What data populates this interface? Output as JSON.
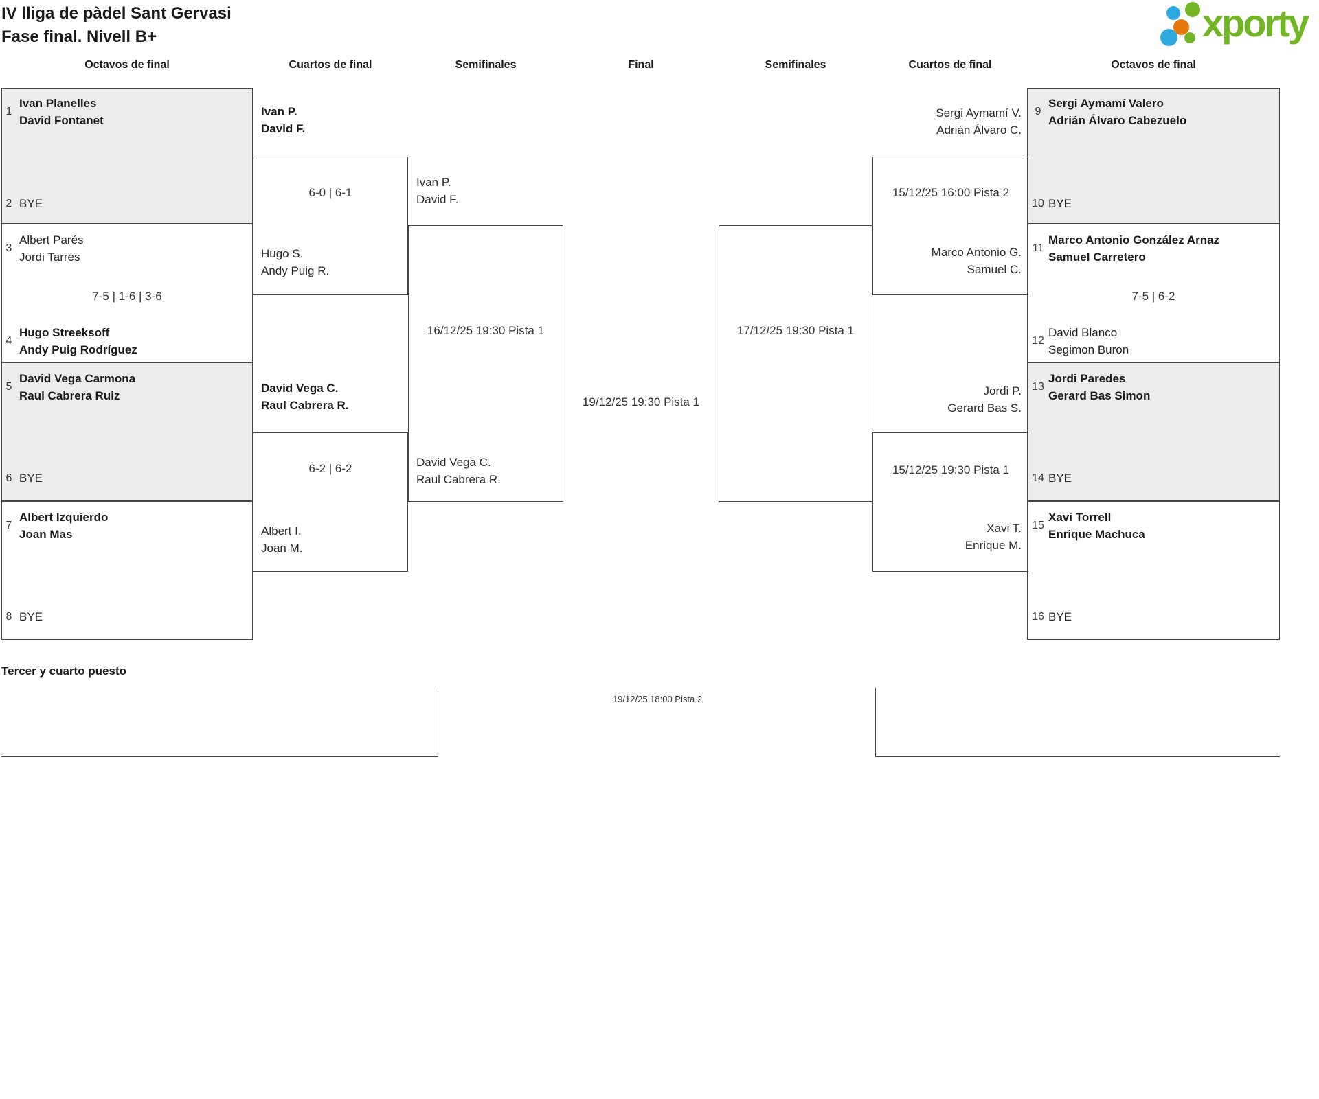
{
  "title": {
    "line1": "IV lliga de pàdel Sant Gervasi",
    "line2": "Fase final. Nivell B+"
  },
  "logo": {
    "wordmark": "xporty",
    "green": "#72b626",
    "blue": "#2ea9df",
    "orange": "#e8770e"
  },
  "headers": {
    "octavos_left": "Octavos de final",
    "cuartos_left": "Cuartos de final",
    "semifinales_left": "Semifinales",
    "final": "Final",
    "semifinales_right": "Semifinales",
    "cuartos_right": "Cuartos de final",
    "octavos_right": "Octavos de final"
  },
  "matches": {
    "m1_2": {
      "seed_top": "1",
      "team_top_p1": "Ivan Planelles",
      "team_top_p2": "David Fontanet",
      "seed_bottom": "2",
      "bye": "BYE"
    },
    "m3_4": {
      "seed_top": "3",
      "team_top_p1": "Albert Parés",
      "team_top_p2": "Jordi Tarrés",
      "score": "7-5 | 1-6 | 3-6",
      "seed_bottom": "4",
      "team_bottom_p1": "Hugo Streeksoff",
      "team_bottom_p2": "Andy Puig Rodríguez"
    },
    "m5_6": {
      "seed_top": "5",
      "team_top_p1": "David Vega Carmona",
      "team_top_p2": "Raul Cabrera Ruiz",
      "seed_bottom": "6",
      "bye": "BYE"
    },
    "m7_8": {
      "seed_top": "7",
      "team_top_p1": "Albert Izquierdo",
      "team_top_p2": "Joan Mas",
      "seed_bottom": "8",
      "bye": "BYE"
    },
    "m9_10": {
      "seed_top": "9",
      "team_top_p1": "Sergi Aymamí Valero",
      "team_top_p2": "Adrián Álvaro Cabezuelo",
      "seed_bottom": "10",
      "bye": "BYE"
    },
    "m11_12": {
      "seed_top": "11",
      "team_top_p1": "Marco Antonio González Arnaz",
      "team_top_p2": "Samuel Carretero",
      "score": "7-5 | 6-2",
      "seed_bottom": "12",
      "team_bottom_p1": "David Blanco",
      "team_bottom_p2": "Segimon Buron"
    },
    "m13_14": {
      "seed_top": "13",
      "team_top_p1": "Jordi Paredes",
      "team_top_p2": "Gerard Bas Simon",
      "seed_bottom": "14",
      "bye": "BYE"
    },
    "m15_16": {
      "seed_top": "15",
      "team_top_p1": "Xavi Torrell",
      "team_top_p2": "Enrique Machuca",
      "seed_bottom": "16",
      "bye": "BYE"
    },
    "qf_left_top": {
      "team_top_p1": "Ivan P.",
      "team_top_p2": "David F.",
      "score": "6-0 | 6-1",
      "team_bottom_p1": "Hugo S.",
      "team_bottom_p2": "Andy Puig R."
    },
    "qf_left_bottom": {
      "team_top_p1": "David Vega C.",
      "team_top_p2": "Raul Cabrera R.",
      "score": "6-2 | 6-2",
      "team_bottom_p1": "Albert I.",
      "team_bottom_p2": "Joan M."
    },
    "qf_right_top": {
      "team_top_p1": "Sergi Aymamí V.",
      "team_top_p2": "Adrián Álvaro C.",
      "schedule": "15/12/25 16:00 Pista 2",
      "team_bottom_p1": "Marco Antonio G.",
      "team_bottom_p2": "Samuel C."
    },
    "qf_right_bottom": {
      "team_top_p1": "Jordi P.",
      "team_top_p2": "Gerard Bas S.",
      "schedule": "15/12/25 19:30 Pista 1",
      "team_bottom_p1": "Xavi T.",
      "team_bottom_p2": "Enrique M."
    },
    "sf_left": {
      "team_top_p1": "Ivan P.",
      "team_top_p2": "David F.",
      "schedule": "16/12/25 19:30 Pista 1",
      "team_bottom_p1": "David Vega C.",
      "team_bottom_p2": "Raul Cabrera R."
    },
    "sf_right": {
      "schedule": "17/12/25 19:30 Pista 1"
    },
    "final": {
      "schedule": "19/12/25 19:30 Pista 1"
    }
  },
  "third_place": {
    "heading": "Tercer y cuarto puesto",
    "schedule": "19/12/25 18:00 Pista 2"
  }
}
